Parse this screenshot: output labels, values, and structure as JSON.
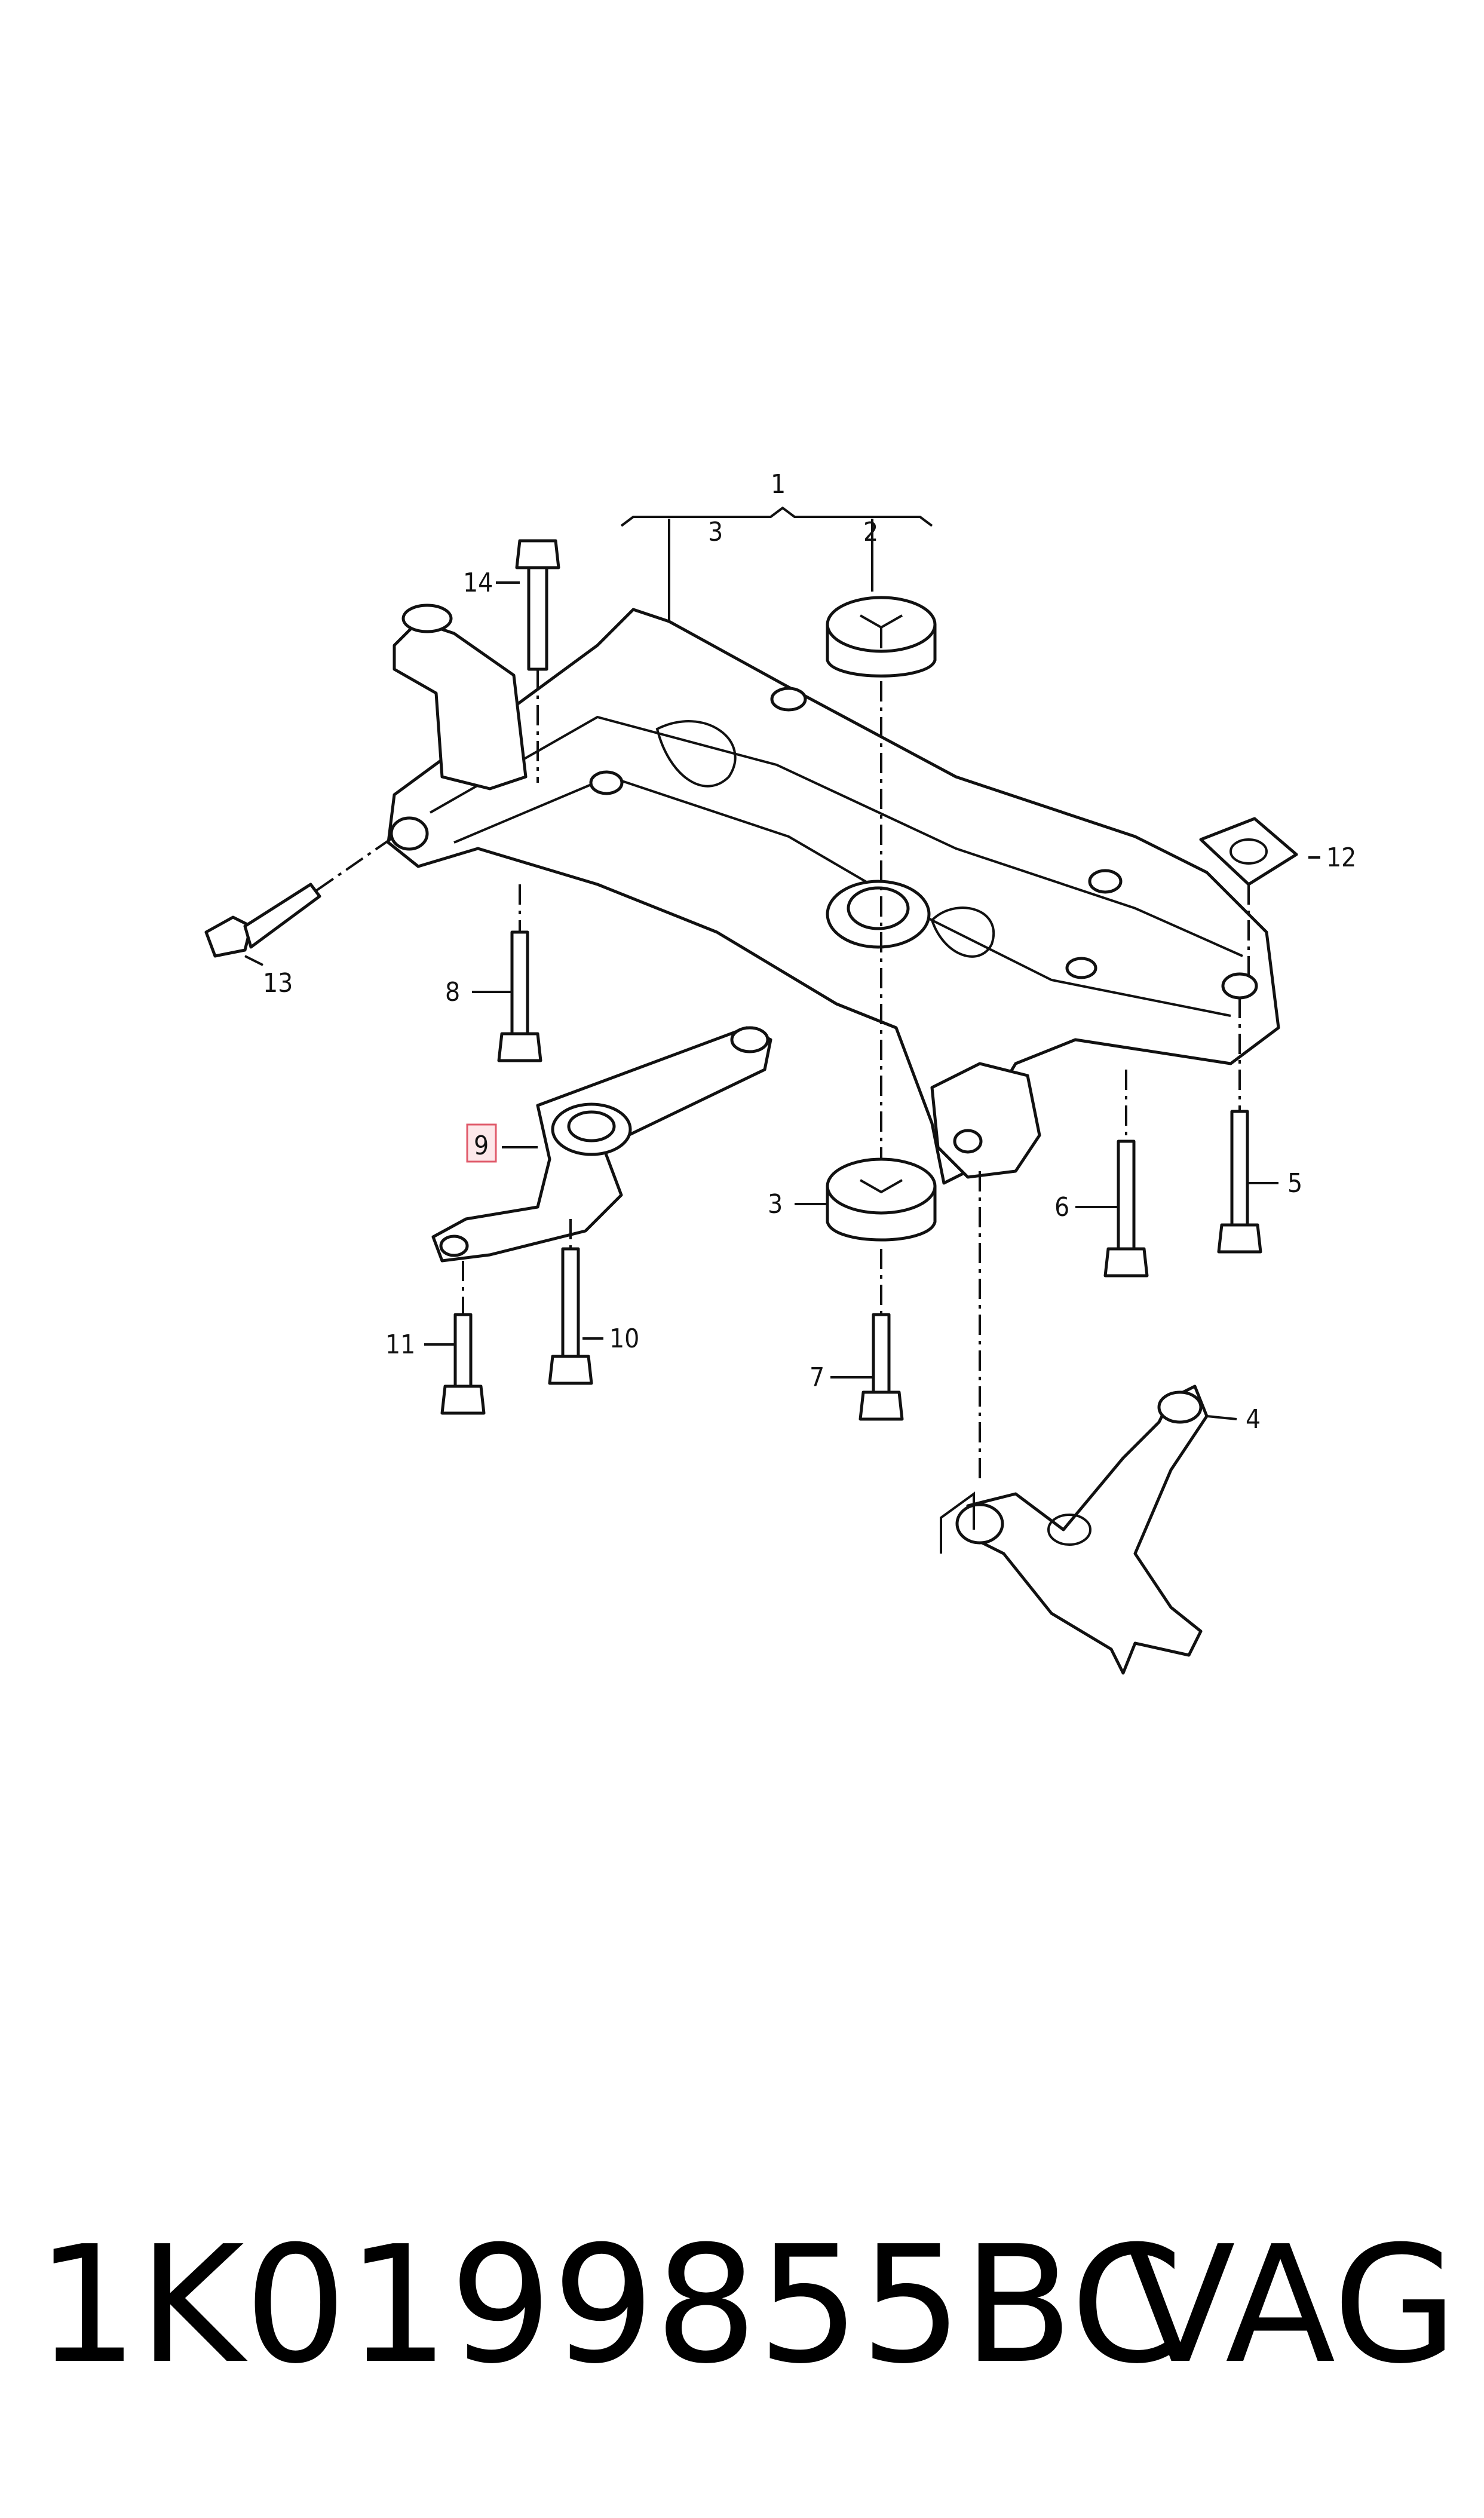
{
  "callouts": {
    "c1": "1",
    "c2": "2",
    "c3a": "3",
    "c3b": "3",
    "c4": "4",
    "c5": "5",
    "c6": "6",
    "c7": "7",
    "c8": "8",
    "c9": "9",
    "c10": "10",
    "c11": "11",
    "c12": "12",
    "c13": "13",
    "c14": "14"
  },
  "highlighted_callout": "9",
  "highlight_color": "#e05a6a",
  "footer": {
    "part_number": "1K0199855BC",
    "brand": "VAG"
  }
}
